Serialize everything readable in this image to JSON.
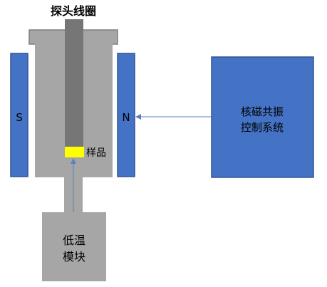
{
  "labels": {
    "probe_coil": "探头线圈",
    "sample": "样品",
    "magnet_south": "S",
    "magnet_north": "N",
    "nmr_control_line1": "核磁共振",
    "nmr_control_line2": "控制系统",
    "cryo_line1": "低温",
    "cryo_line2": "模块"
  },
  "colors": {
    "magnet_blue": "#4472C4",
    "magnet_border": "#2F5597",
    "body_gray": "#A6A6A6",
    "body_border": "#7F7F7F",
    "probe_rod": "#767676",
    "sample_yellow": "#FFFF00",
    "arrow_blue": "#5B7FBF"
  }
}
